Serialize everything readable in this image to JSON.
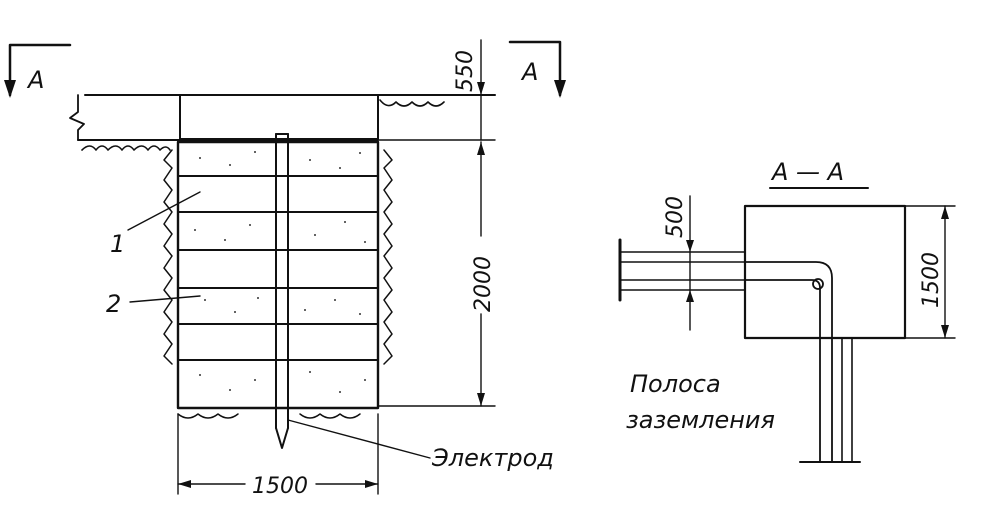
{
  "section_markers": {
    "left": "А",
    "right": "А"
  },
  "section_title": "А — А",
  "dimensions": {
    "top_height": "550",
    "depth": "2000",
    "pit_width": "1500",
    "section_offset": "500",
    "section_height": "1500"
  },
  "callouts": {
    "layer_1": "1",
    "layer_2": "2",
    "electrode": "Электрод",
    "strip_line1": "Полоса",
    "strip_line2": "заземления"
  }
}
